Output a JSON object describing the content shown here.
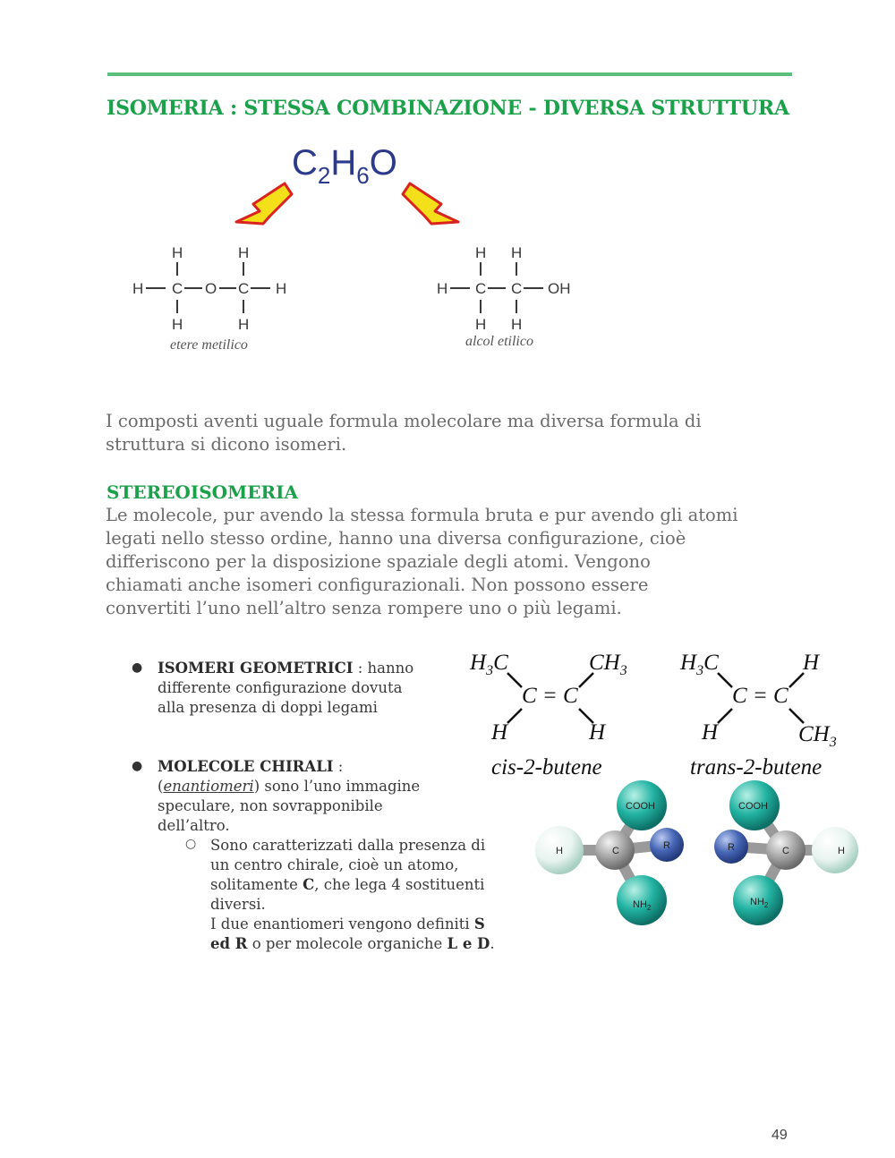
{
  "heading": "ISOMERIA : STESSA COMBINAZIONE - DIVERSA STRUTTURA",
  "figure1": {
    "formula": {
      "c": "C",
      "s1": "2",
      "h": "H",
      "s2": "6",
      "o": "O"
    },
    "left_caption": "etere metilico",
    "right_caption": "alcol etilico",
    "atoms": {
      "H": "H",
      "C": "C",
      "O": "O",
      "OH": "OH"
    },
    "arrow_fill": "#f4e01a",
    "arrow_stroke": "#d9231f"
  },
  "intro": {
    "line1": "I composti aventi uguale formula molecolare ma diversa formula di",
    "line2": "struttura si dicono isomeri."
  },
  "stereo": {
    "heading": "STEREOISOMERIA",
    "lines": [
      "Le molecole, pur avendo la stessa formula bruta e pur avendo gli atomi",
      "legati nello stesso ordine, hanno una diversa configurazione, cioè",
      "differiscono per la disposizione spaziale degli atomi. Vengono",
      "chiamati anche isomeri configurazionali. Non possono essere",
      "convertiti l’uno nell’altro senza rompere uno o più legami."
    ]
  },
  "geometric": {
    "bold": "ISOMERI GEOMETRICI",
    "rest": " : hanno",
    "line2": "differente configurazione dovuta",
    "line3": "alla presenza di doppi legami"
  },
  "chiral": {
    "bold": "MOLECOLE CHIRALI",
    "rest": " :",
    "paren_open": "(",
    "underline": "enantiomeri",
    "line2_rest": ") sono l’uno immagine",
    "line3": "speculare, non sovrapponibile",
    "line4": "dell’altro.",
    "sub_line1": "Sono caratterizzati dalla presenza di",
    "sub_line2": "un centro chirale, cioè un atomo,",
    "sub_line3_pre": "solitamente ",
    "sub_line3_bold": "C",
    "sub_line3_post": ", che lega 4 sostituenti",
    "sub_line4": "diversi.",
    "sub_line5": "I due enantiomeri vengono definiti ",
    "sub_line5_bold": "S",
    "sub_line6_bold": "ed R",
    "sub_line6_mid": " o per molecole organiche ",
    "sub_line6_bold2": "L e D",
    "sub_line6_end": "."
  },
  "butene": {
    "cis_label": "cis-2-butene",
    "trans_label": "trans-2-butene",
    "h3c": {
      "h": "H",
      "n": "3",
      "c": "C"
    },
    "ch3": {
      "c": "CH",
      "n": "3"
    },
    "h": "H",
    "double_bond": "C = C"
  },
  "enantiomers": {
    "cooh": "COOH",
    "r": "R",
    "c": "C",
    "h": "H",
    "nh2": {
      "nh": "NH",
      "n": "2"
    },
    "teal": "#1aa89a",
    "blue": "#3a5fa8",
    "grey": "#a6a6a6",
    "white": "#eef6f3"
  },
  "page_number": "49"
}
